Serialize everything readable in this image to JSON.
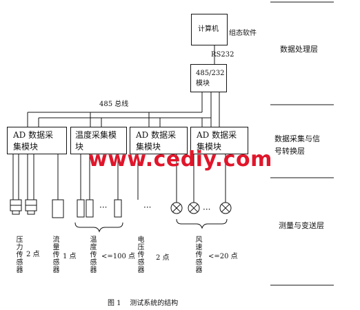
{
  "layers": {
    "data_processing": "数据处理层",
    "acquisition_line1": "数据采集与信",
    "acquisition_line2": "号转换层",
    "measurement": "测量与变送层"
  },
  "top": {
    "computer": "计算机",
    "software": "组态软件",
    "rs232": "RS232",
    "converter_line1": "485/232",
    "converter_line2": "模块",
    "bus": "485 总线"
  },
  "modules": [
    {
      "line1": "AD 数据采",
      "line2": "集模块"
    },
    {
      "line1": "温度采集模",
      "line2": "块"
    },
    {
      "line1": "AD 数据采",
      "line2": "集模块"
    },
    {
      "line1": "AD 数据采",
      "line2": "集模块"
    }
  ],
  "sensors": {
    "pressure": "压力传感器",
    "pressure_count": "2 点",
    "flow": "流量传感器",
    "flow_count": "1 点",
    "temperature": "温度传感器",
    "temperature_count": "<=100 点",
    "voltage": "电压传感器",
    "voltage_count": "2 点",
    "wind": "风速传感器",
    "wind_count": "<=20 点",
    "ellipsis": "···"
  },
  "caption": "图 1    测试系统的结构",
  "watermark": "www.cediy.com"
}
